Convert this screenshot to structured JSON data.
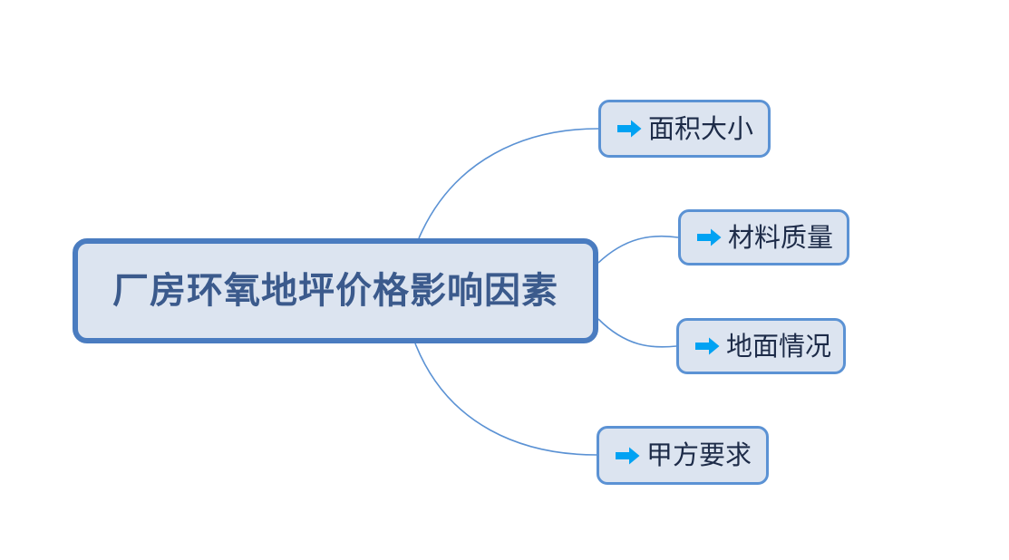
{
  "diagram": {
    "type": "mind-map",
    "title": "厂房环氧地坪价格影响因素",
    "root": {
      "label": "厂房环氧地坪价格影响因素",
      "fill_color": "#dce4f0",
      "border_color": "#4a7cc0",
      "text_color": "#3b5a8c"
    },
    "branches": [
      {
        "id": "area",
        "label": "面积大小",
        "icon": "arrow-right-icon",
        "icon_color": "#00a2f3",
        "fill_color": "#dce4f0",
        "border_color": "#5b92d4",
        "text_color": "#1d2b48"
      },
      {
        "id": "material",
        "label": "材料质量",
        "icon": "arrow-right-icon",
        "icon_color": "#00a2f3",
        "fill_color": "#dce4f0",
        "border_color": "#5b92d4",
        "text_color": "#1d2b48"
      },
      {
        "id": "ground",
        "label": "地面情况",
        "icon": "arrow-right-icon",
        "icon_color": "#00a2f3",
        "fill_color": "#dce4f0",
        "border_color": "#5b92d4",
        "text_color": "#1d2b48"
      },
      {
        "id": "client",
        "label": "甲方要求",
        "icon": "arrow-right-icon",
        "icon_color": "#00a2f3",
        "fill_color": "#dce4f0",
        "border_color": "#5b92d4",
        "text_color": "#1d2b48"
      }
    ],
    "connector_color": "#5b92d4",
    "background_color": "#ffffff"
  }
}
